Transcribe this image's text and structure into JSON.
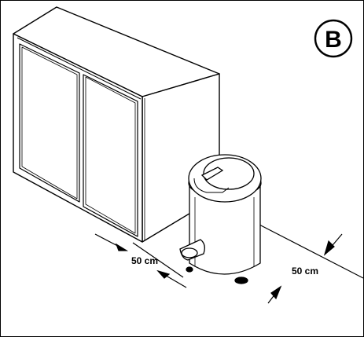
{
  "figure": {
    "panel_letter": "B",
    "dimension_labels": {
      "left_gap": "50 cm",
      "right_gap": "50 cm"
    },
    "colors": {
      "line": "#000000",
      "background": "#ffffff"
    }
  }
}
